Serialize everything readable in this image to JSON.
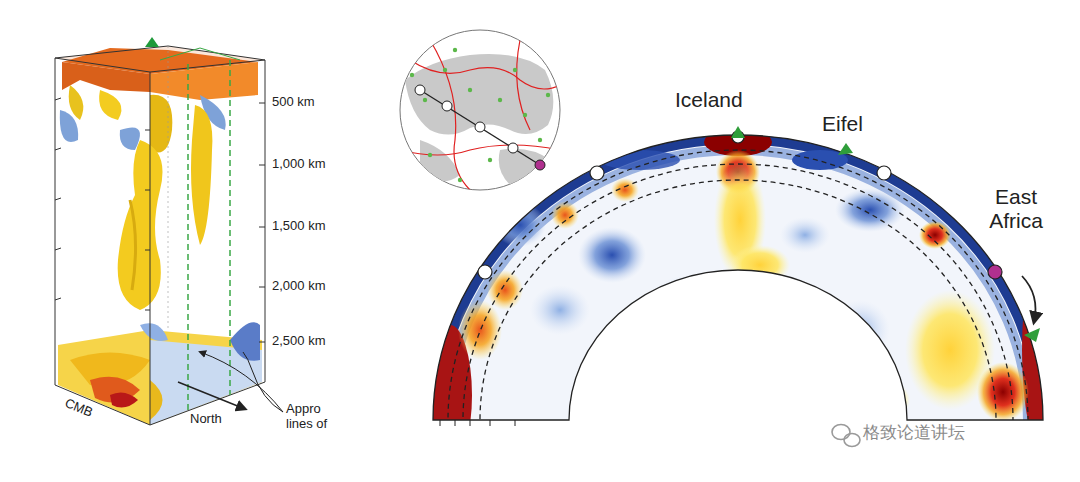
{
  "diagram": {
    "labels": [
      "500 km",
      "1,000 km",
      "1,500 km",
      "2,000 km",
      "2,500 km",
      "CMB",
      "North",
      "Appro lines of",
      "Iceland",
      "Eifel",
      "East Africa",
      "格致论道讲坛"
    ]
  }
}
